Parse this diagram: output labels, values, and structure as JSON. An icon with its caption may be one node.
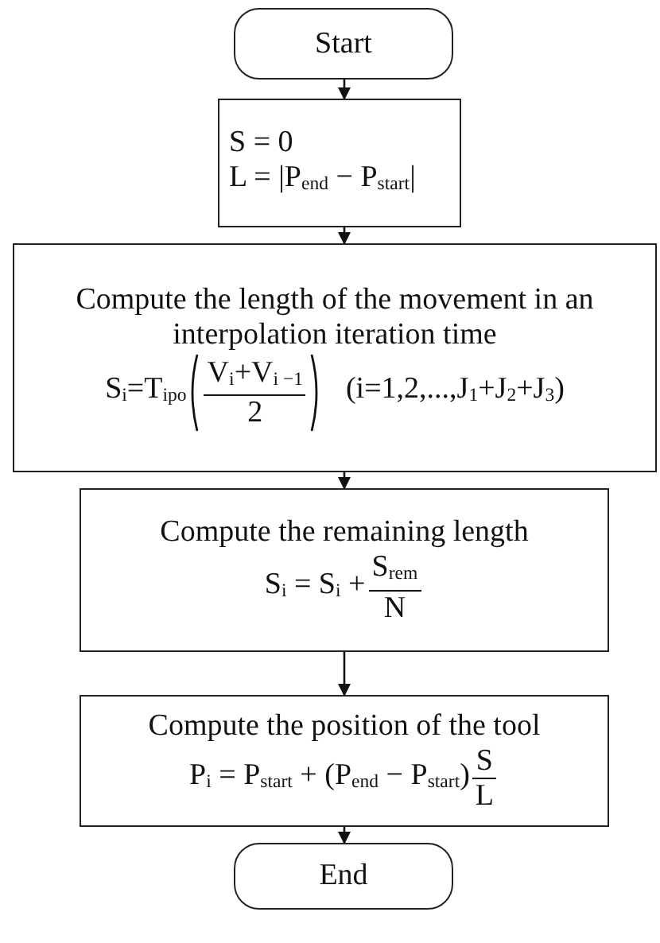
{
  "diagram": {
    "nodes": [
      {
        "text": [
          "Start"
        ]
      },
      {
        "text": [
          "S = 0",
          "L = |P$_{end}$ − P$_{start}$|"
        ]
      },
      {
        "text": [
          "Compute the length of the movement in an interpolation iteration time",
          "S$_{i}$=T$_{ipo}$",
          "V$_{i}$+V$_{i −1}$",
          "2",
          "(i=1,2,...,J$_{1}$+J$_{2}$+J$_{3}$)"
        ]
      },
      {
        "text": [
          "Compute the remaining length",
          "S$_{i}$ = S$_{i}$ +",
          "S$_{rem}$",
          "N"
        ]
      },
      {
        "text": [
          "Compute the position of the tool",
          "P$_{i}$ = P$_{start}$ + (P$_{end}$ − P$_{start}$)",
          "S",
          "L"
        ]
      },
      {
        "text": [
          "End"
        ]
      }
    ],
    "edges": [
      {
        "from": 0,
        "to": 1,
        "arrow": "to"
      },
      {
        "from": 1,
        "to": 2,
        "arrow": "to"
      },
      {
        "from": 2,
        "to": 3,
        "arrow": "to"
      },
      {
        "from": 3,
        "to": 4,
        "arrow": "to"
      },
      {
        "from": 4,
        "to": 5,
        "arrow": "to"
      }
    ]
  }
}
